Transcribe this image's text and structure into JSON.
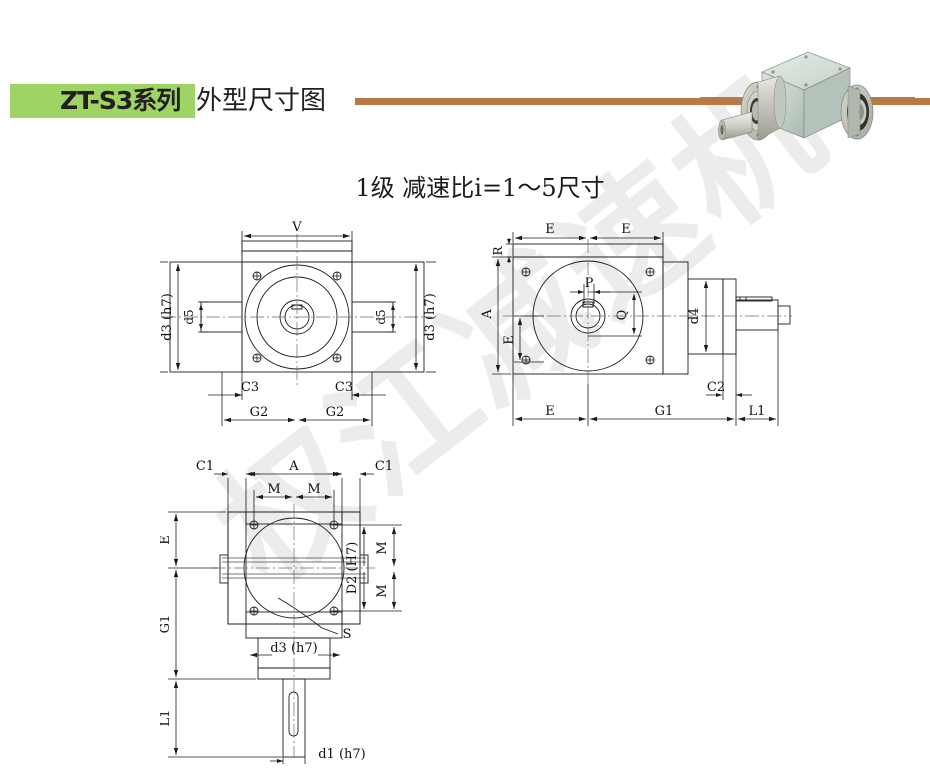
{
  "header": {
    "code": "ZT-S3系列",
    "title": "外型尺寸图",
    "green_color": "#9ed463",
    "rule_color": "#b5794a"
  },
  "watermark": {
    "text": "权江减速机"
  },
  "product_photo": {
    "name": "right-angle-gear-reducer-photo",
    "body_color": "#c9d6cf",
    "flange_color": "#b9bcae"
  },
  "drawing": {
    "title": "1级 减速比i=1～5尺寸"
  },
  "views": {
    "front": {
      "name": "front-view",
      "labels": {
        "v": "V",
        "d3_left": "d3 (h7)",
        "d3_right": "d3 (h7)",
        "d5_left": "d5",
        "d5_right": "d5",
        "c3_left": "C3",
        "c3_right": "C3",
        "g2_left": "G2",
        "g2_right": "G2"
      }
    },
    "side": {
      "name": "side-view",
      "labels": {
        "e_top_left": "E",
        "e_top_right": "E",
        "r": "R",
        "a": "A",
        "e_left_inner": "E",
        "p": "P",
        "q": "Q",
        "d4": "d4",
        "c2": "C2",
        "e_bottom": "E",
        "g1": "G1",
        "l1": "L1"
      }
    },
    "top": {
      "name": "top-view",
      "labels": {
        "c1_left": "C1",
        "c1_right": "C1",
        "a": "A",
        "m_top_left": "M",
        "m_top_right": "M",
        "d2": "D2 (H7)",
        "m_right_upper": "M",
        "m_right_lower": "M",
        "e": "E",
        "g1": "G1",
        "l1": "L1",
        "d3": "d3 (h7)",
        "d1": "d1 (h7)",
        "s": "S"
      }
    }
  }
}
